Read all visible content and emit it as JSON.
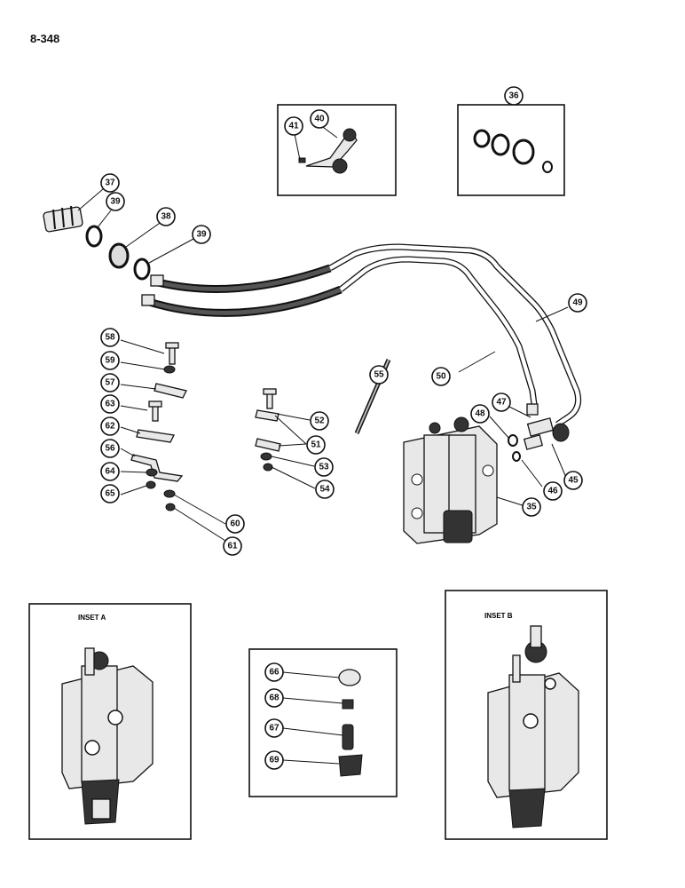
{
  "page": {
    "number": "8-348"
  },
  "insets": {
    "a_label": "INSET A",
    "b_label": "INSET B"
  },
  "callouts": {
    "c35": "35",
    "c36": "36",
    "c37": "37",
    "c38": "38",
    "c39a": "39",
    "c39b": "39",
    "c40": "40",
    "c41": "41",
    "c45": "45",
    "c46": "46",
    "c47": "47",
    "c48": "48",
    "c49": "49",
    "c50": "50",
    "c51": "51",
    "c52": "52",
    "c53": "53",
    "c54": "54",
    "c55": "55",
    "c56": "56",
    "c57": "57",
    "c58": "58",
    "c59": "59",
    "c60": "60",
    "c61": "61",
    "c62": "62",
    "c63": "63",
    "c64": "64",
    "c65": "65",
    "c66": "66",
    "c67": "67",
    "c68": "68",
    "c69": "69"
  }
}
